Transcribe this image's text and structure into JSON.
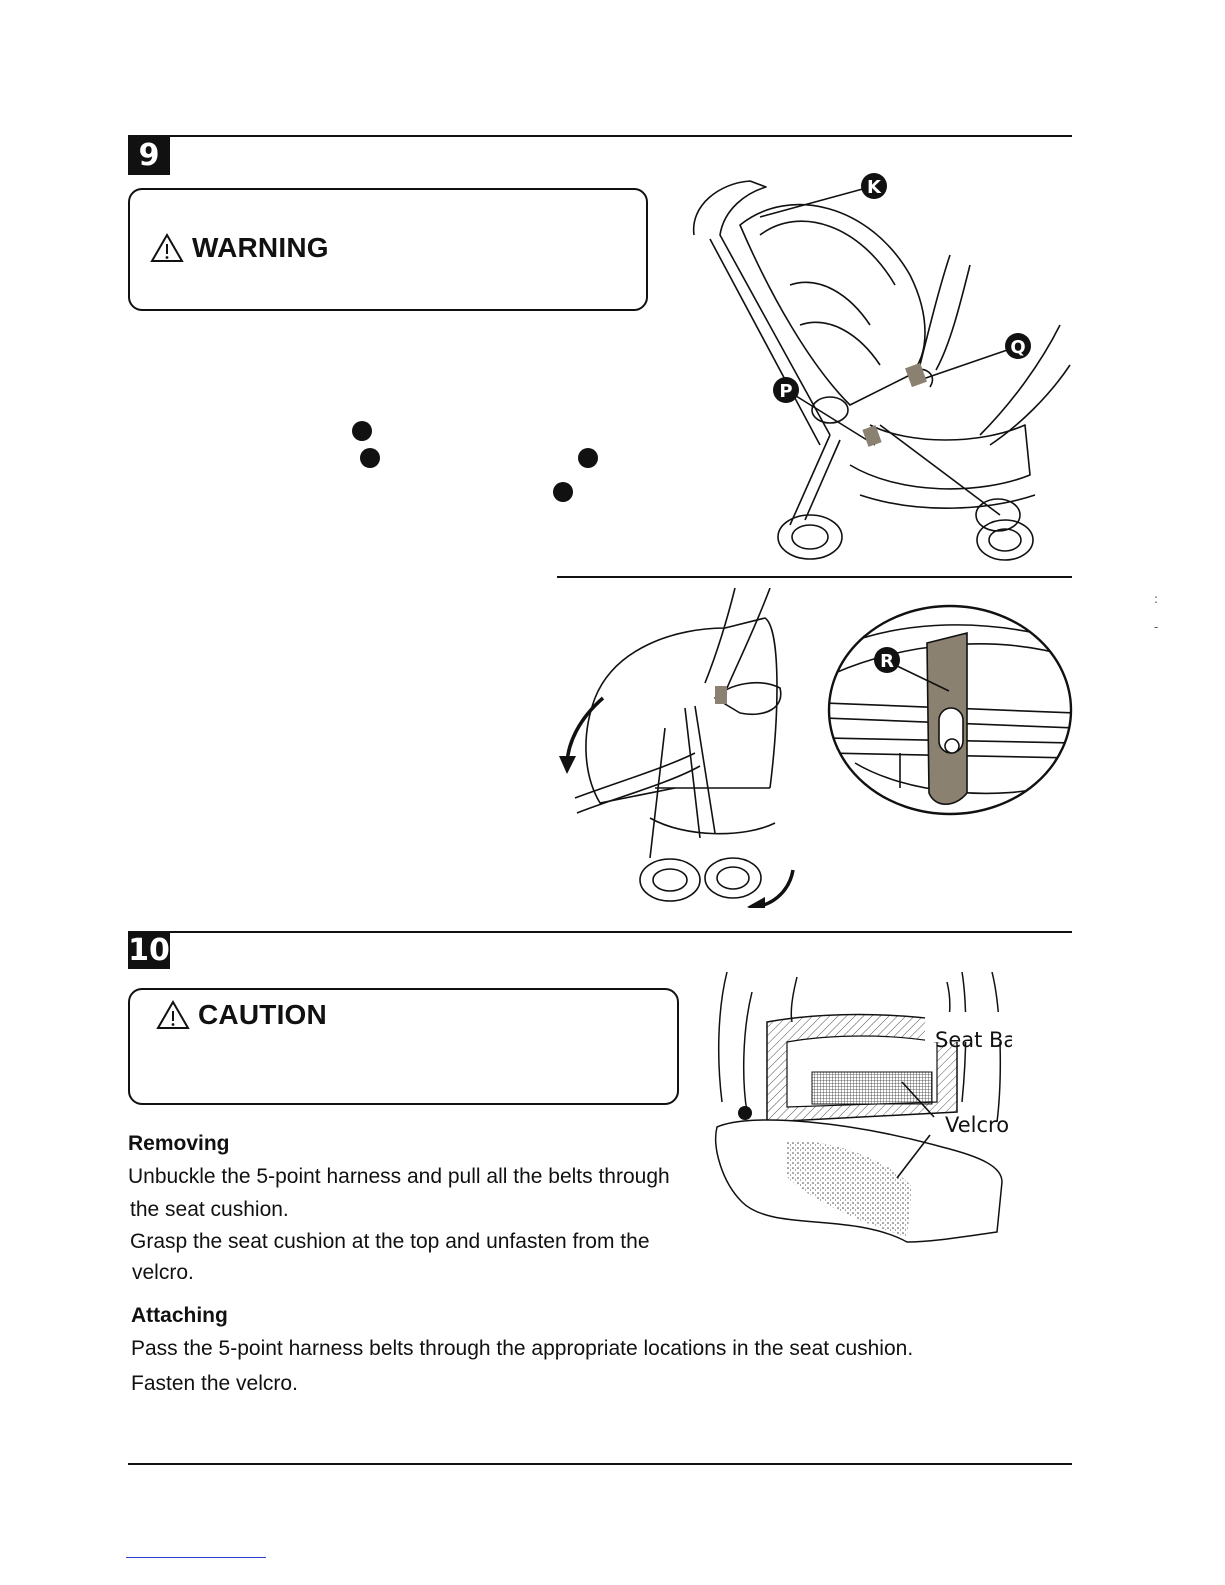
{
  "step9": {
    "number": "9",
    "warning_label": "WARNING",
    "callouts": {
      "k": "K",
      "q": "Q",
      "p": "P",
      "r": "R"
    }
  },
  "step10": {
    "number": "10",
    "caution_label": "CAUTION",
    "removing": {
      "title": "Removing",
      "lines": [
        "Unbuckle the 5-point harness and pull all the belts through",
        "the seat cushion.",
        "Grasp the seat cushion at the top and unfasten from the",
        "velcro."
      ]
    },
    "attaching": {
      "title": "Attaching",
      "lines": [
        "Pass the 5-point harness belts through the appropriate locations in the seat cushion.",
        "Fasten the velcro."
      ]
    },
    "figure_labels": {
      "seat_base": "Seat Base",
      "velcro": "Velcro"
    }
  },
  "colors": {
    "ink": "#111111",
    "strap": "#8a8170",
    "footer_link": "#2a3fcf"
  },
  "icons": [
    "warning-triangle-icon",
    "caution-triangle-icon"
  ]
}
